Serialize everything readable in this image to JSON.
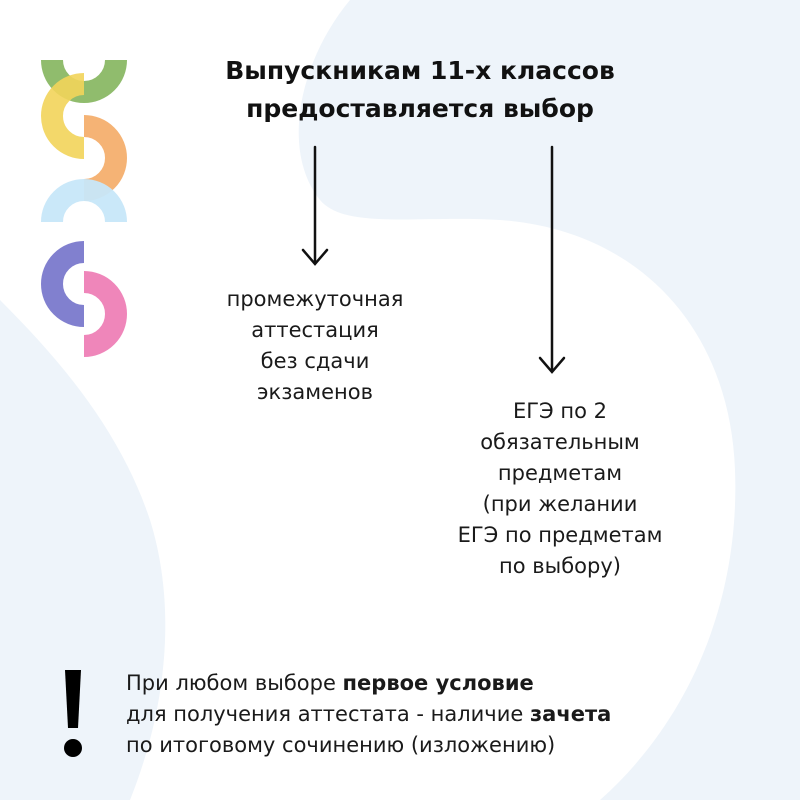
{
  "title": {
    "line1": "Выпускникам 11-х классов",
    "line2": "предоставляется выбор"
  },
  "options": [
    {
      "lines": [
        "промежуточная",
        "аттестация",
        "без сдачи",
        "экзаменов"
      ]
    },
    {
      "lines": [
        "ЕГЭ по 2",
        "обязательным",
        "предметам",
        "(при желании",
        "ЕГЭ по предметам",
        "по выбору)"
      ]
    }
  ],
  "note": {
    "line1_regular": "При любом выборе ",
    "line1_bold": "первое условие",
    "line2_regular": "для получения аттестата - наличие ",
    "line2_bold": "зачета",
    "line3_regular": "по итоговому сочинению (изложению)"
  },
  "logo": {
    "arc_colors": [
      "#8ab865",
      "#f2d45a",
      "#f4ab66",
      "#c7e7f9",
      "#7a79cc",
      "#ee7fb6"
    ]
  },
  "colors": {
    "background": "#ffffff",
    "watermark": "#eef4fa",
    "text": "#111111",
    "arrow": "#111111"
  }
}
